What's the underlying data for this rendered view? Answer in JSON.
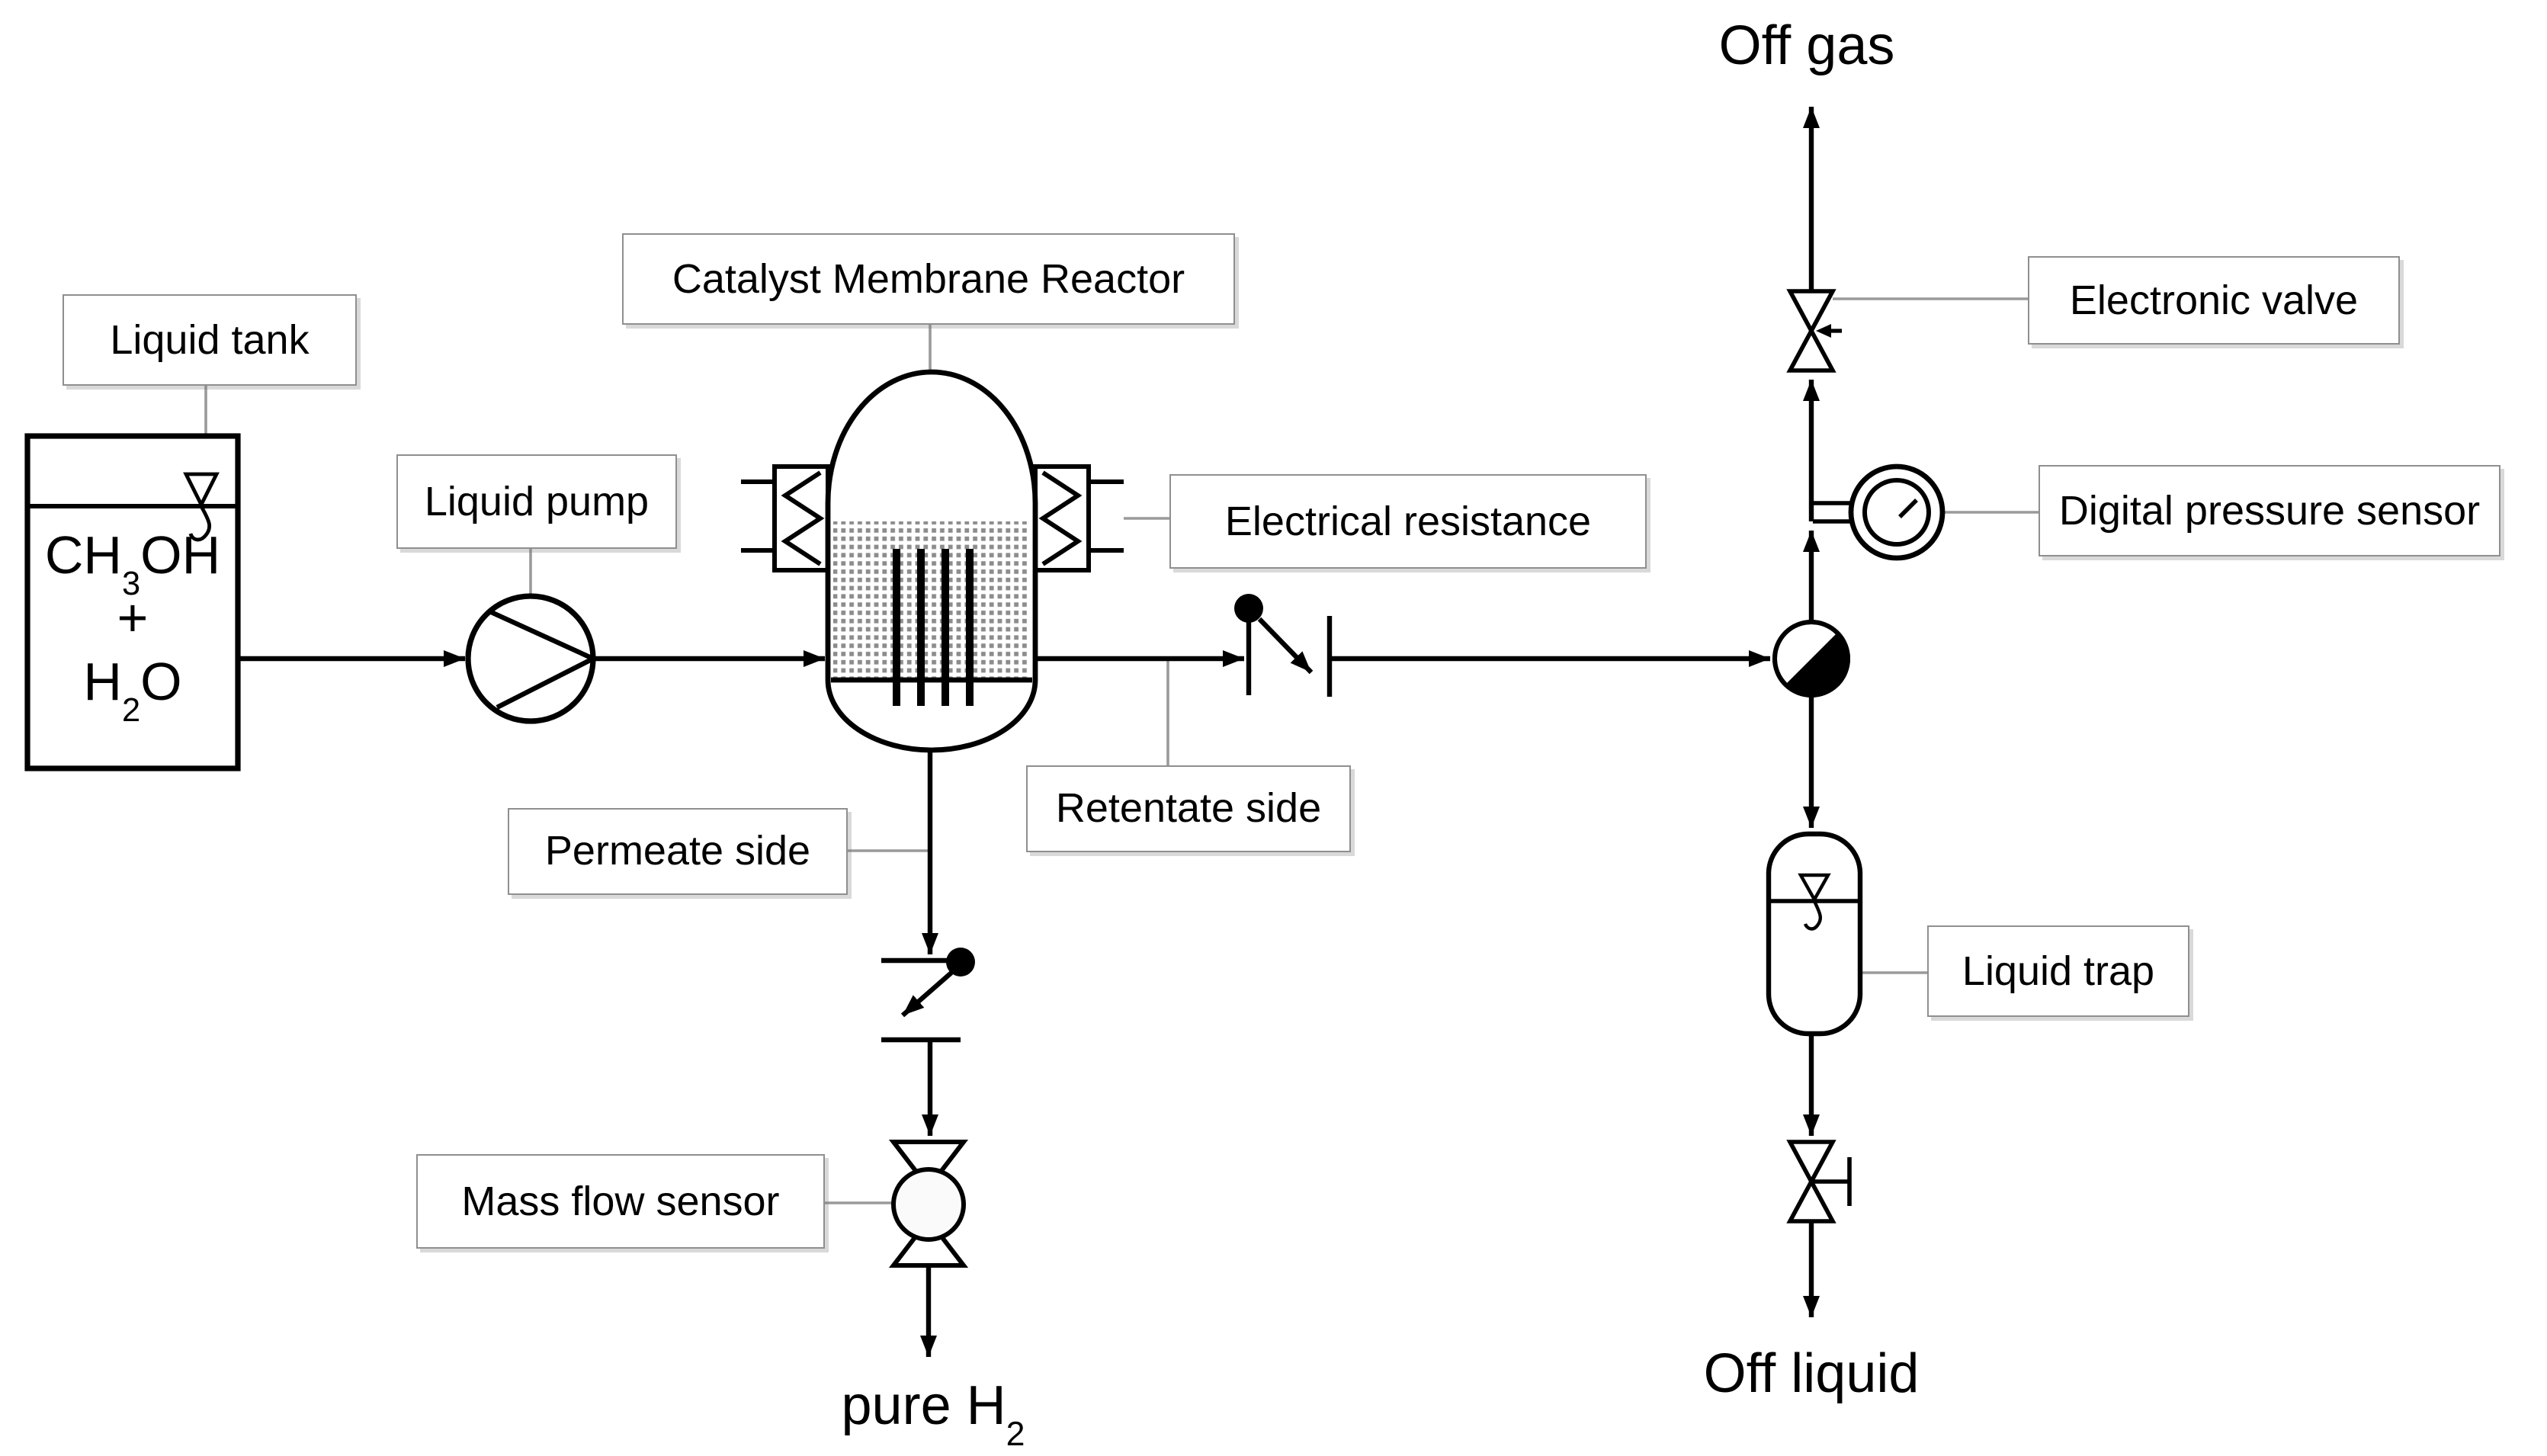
{
  "diagram": {
    "equipment_labels": {
      "liquid_tank": "Liquid tank",
      "liquid_pump": "Liquid pump",
      "reactor": "Catalyst Membrane Reactor",
      "electrical_resistance": "Electrical resistance",
      "retentate_side": "Retentate side",
      "permeate_side": "Permeate side",
      "mass_flow_sensor": "Mass flow sensor",
      "electronic_valve": "Electronic valve",
      "pressure_sensor": "Digital pressure sensor",
      "liquid_trap": "Liquid trap"
    },
    "streams": {
      "off_gas": "Off gas",
      "off_liquid": "Off liquid",
      "pure_h2_main": "pure H",
      "pure_h2_sub": "2"
    },
    "tank_contents": {
      "line1_a": "CH",
      "line1_sub": "3",
      "line1_b": "OH",
      "line2": "+",
      "line3_a": "H",
      "line3_sub": "2",
      "line3_b": "O"
    },
    "colors": {
      "line": "#000000",
      "connector_gray": "#9a9a9a",
      "box_border_gray": "#8f8f8f",
      "catalyst_bed_dot": "#8c8c8c",
      "sensor_fill": "#fafafa"
    }
  }
}
